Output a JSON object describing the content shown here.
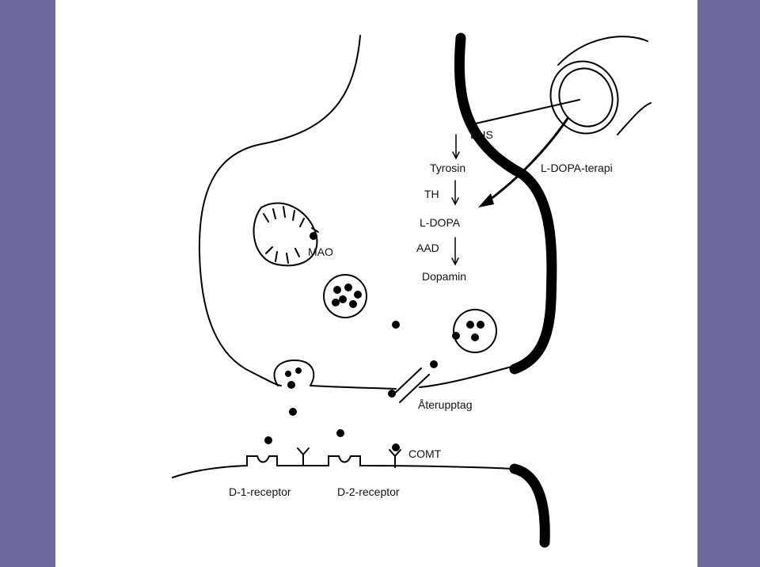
{
  "slide": {
    "background_color": "#ffffff",
    "side_panel_color": "#6b6b9d"
  },
  "diagram": {
    "labels": {
      "bhs": "BHS",
      "tyrosin": "Tyrosin",
      "l_dopa_therapy": "L-DOPA-terapi",
      "th": "TH",
      "l_dopa": "L-DOPA",
      "aad": "AAD",
      "dopamin": "Dopamin",
      "mao": "MAO",
      "reuptake": "Återupptag",
      "comt": "COMT",
      "d1_receptor": "D-1-receptor",
      "d2_receptor": "D-2-receptor"
    }
  }
}
